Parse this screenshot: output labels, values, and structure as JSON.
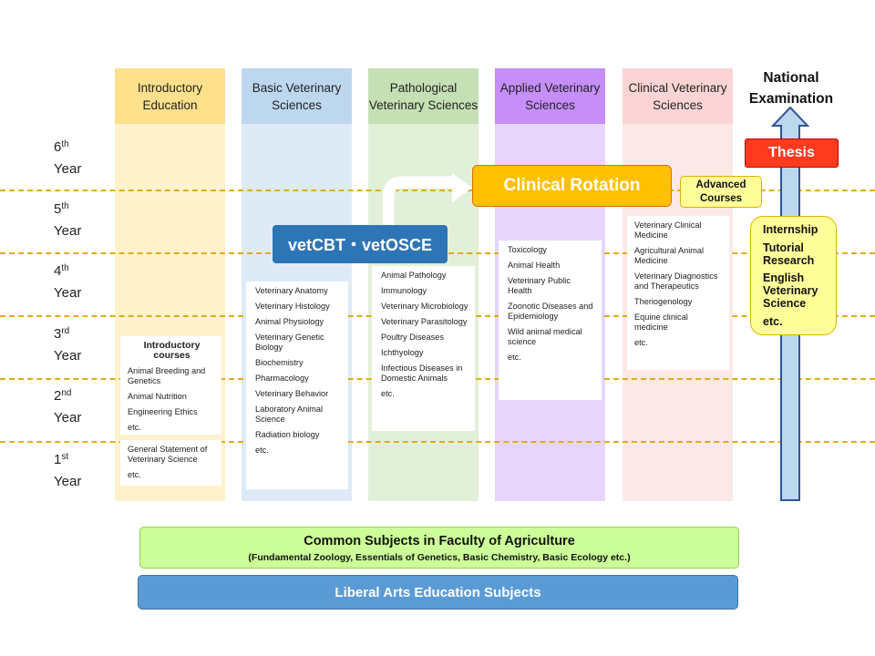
{
  "columns": [
    {
      "label": "Introductory Education",
      "head_color": "#fde08c",
      "body_color": "#fff2cc"
    },
    {
      "label": "Basic Veterinary Sciences",
      "head_color": "#bdd7ee",
      "body_color": "#deebf7"
    },
    {
      "label": "Pathological Veterinary Sciences",
      "head_color": "#c5e0b4",
      "body_color": "#e2f0d9"
    },
    {
      "label": "Applied Veterinary Sciences",
      "head_color": "#c68ef8",
      "body_color": "#e6d6fb"
    },
    {
      "label": "Clinical Veterinary Sciences",
      "head_color": "#fbd5d5",
      "body_color": "#fde8e8"
    }
  ],
  "national_exam": "National Examination",
  "years": [
    {
      "num": "6",
      "suffix": "th",
      "word": "Year"
    },
    {
      "num": "5",
      "suffix": "th",
      "word": "Year"
    },
    {
      "num": "4",
      "suffix": "th",
      "word": "Year"
    },
    {
      "num": "3",
      "suffix": "rd",
      "word": "Year"
    },
    {
      "num": "2",
      "suffix": "nd",
      "word": "Year"
    },
    {
      "num": "1",
      "suffix": "st",
      "word": "Year"
    }
  ],
  "intro_courses": {
    "title": "Introductory courses",
    "items": [
      "Animal Breeding and Genetics",
      "Animal Nutrition",
      "Engineering Ethics",
      "etc."
    ]
  },
  "intro_general": {
    "items": [
      "General Statement of Veterinary Science",
      "etc."
    ]
  },
  "basic_list": [
    "Veterinary Anatomy",
    "Veterinary Histology",
    "Animal Physiology",
    "Veterinary Genetic Biology",
    "Biochemistry",
    "Pharmacology",
    "Veterinary Behavior",
    "Laboratory Animal Science",
    "Radiation biology",
    "etc."
  ],
  "patho_list": [
    "Animal Pathology",
    "Immunology",
    "Veterinary Microbiology",
    "Veterinary Parasitology",
    "Poultry Diseases",
    "Ichthyology",
    "Infectious Diseases in Domestic Animals",
    "etc."
  ],
  "applied_list": [
    "Toxicology",
    "Animal Health",
    "Veterinary Public Health",
    "Zoonotic Diseases and Epidemiology",
    "Wild animal medical science",
    "etc."
  ],
  "clinical_list": [
    "Veterinary Clinical Medicine",
    "Agricultural Animal Medicine",
    "Veterinary Diagnostics and Therapeutics",
    "Theriogenology",
    "Equine clinical medicine",
    "etc."
  ],
  "vetcbt": "vetCBT・vetOSCE",
  "clinical_rotation": "Clinical Rotation",
  "advanced_courses": "Advanced Courses",
  "thesis": "Thesis",
  "internship_list": [
    "Internship",
    "Tutorial Research",
    "English Veterinary Science",
    "etc."
  ],
  "common_subjects": {
    "title": "Common Subjects in Faculty of Agriculture",
    "subtitle": "(Fundamental Zoology, Essentials of Genetics, Basic Chemistry, Basic Ecology etc.)"
  },
  "liberal_arts": "Liberal Arts Education Subjects",
  "colors": {
    "dash": "#e3ac16",
    "vetcbt": "#2e75b6",
    "rotation": "#ffc000",
    "thesis": "#ff3b1f",
    "advanced": "#ffff99",
    "internship": "#ffff99",
    "arrow": "#bdd7ee",
    "common": "#ccff99",
    "liberal": "#5b9bd5"
  }
}
